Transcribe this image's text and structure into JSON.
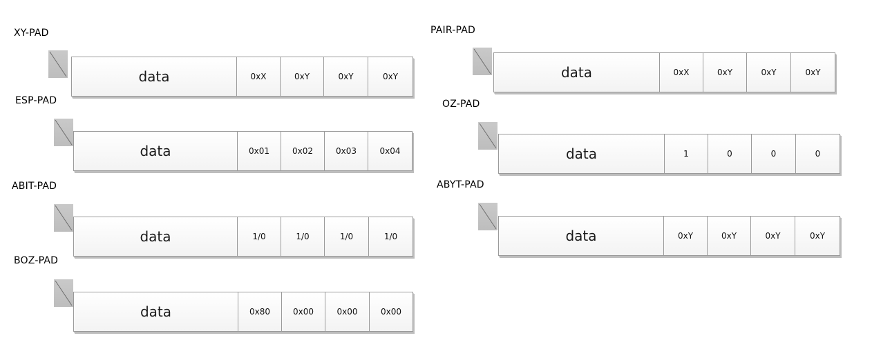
{
  "pads": [
    {
      "id": "xy",
      "title": "XY-PAD",
      "data_label": "data",
      "fields": [
        "0xX",
        "0xY",
        "0xY",
        "0xY"
      ]
    },
    {
      "id": "esp",
      "title": "ESP-PAD",
      "data_label": "data",
      "fields": [
        "0x01",
        "0x02",
        "0x03",
        "0x04"
      ]
    },
    {
      "id": "abit",
      "title": "ABIT-PAD",
      "data_label": "data",
      "fields": [
        "1/0",
        "1/0",
        "1/0",
        "1/0"
      ]
    },
    {
      "id": "boz",
      "title": "BOZ-PAD",
      "data_label": "data",
      "fields": [
        "0x80",
        "0x00",
        "0x00",
        "0x00"
      ]
    },
    {
      "id": "pair",
      "title": "PAIR-PAD",
      "data_label": "data",
      "fields": [
        "0xX",
        "0xY",
        "0xY",
        "0xY"
      ]
    },
    {
      "id": "oz",
      "title": "OZ-PAD",
      "data_label": "data",
      "fields": [
        "1",
        "0",
        "0",
        "0"
      ]
    },
    {
      "id": "abyt",
      "title": "ABYT-PAD",
      "data_label": "data",
      "fields": [
        "0xY",
        "0xY",
        "0xY",
        "0xY"
      ]
    }
  ]
}
